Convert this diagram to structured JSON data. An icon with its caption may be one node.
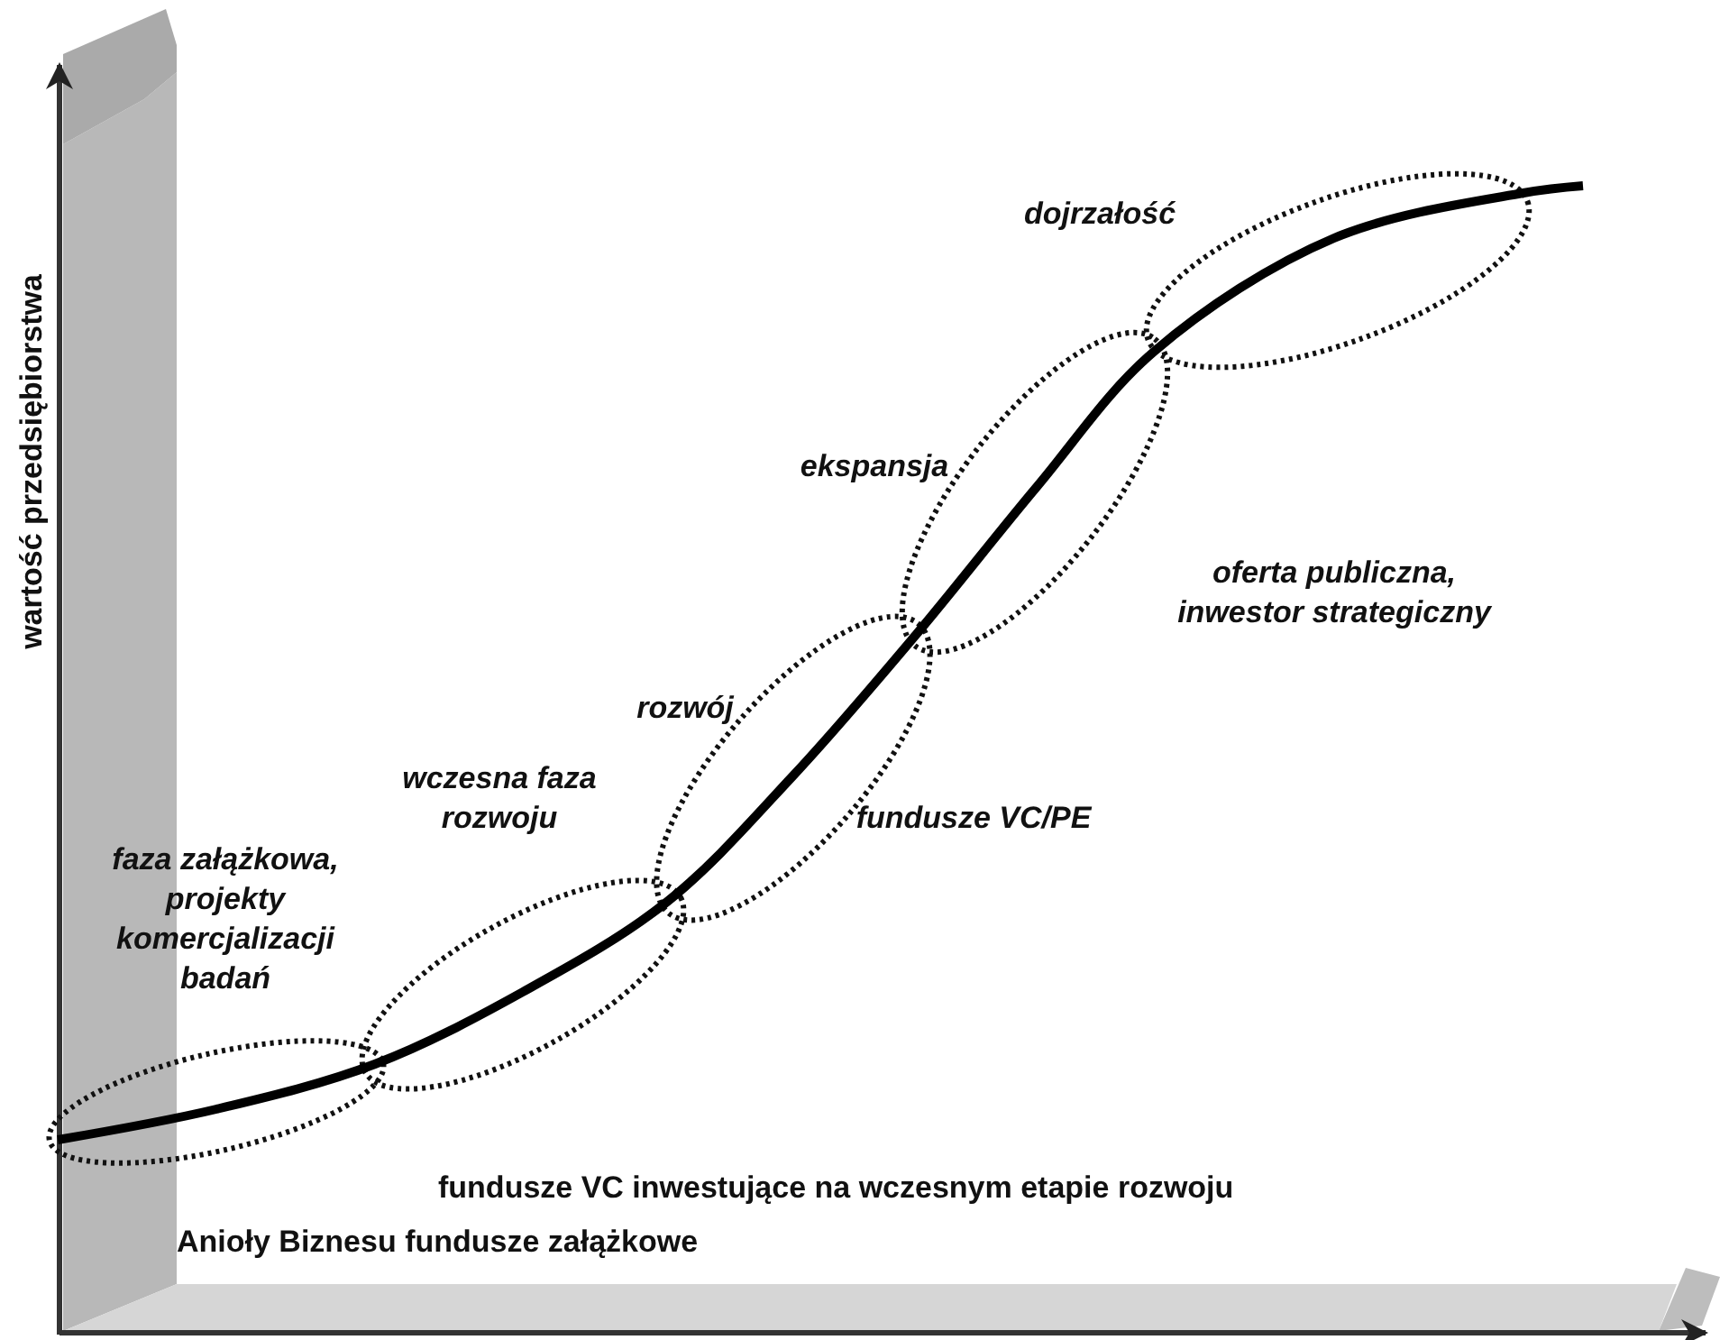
{
  "diagram": {
    "nodes": [
      {
        "text": [],
        "shape": "ellipse"
      },
      {
        "text": [],
        "shape": "ellipse"
      },
      {
        "text": [],
        "shape": "ellipse",
        "beside": [
          "rozwój"
        ]
      },
      {
        "text": [],
        "shape": "ellipse",
        "beside": [
          "ekspansja"
        ]
      },
      {
        "text": [],
        "shape": "ellipse",
        "beside": [
          "dojrzałość"
        ]
      }
    ],
    "labels": [
      "wartość przedsiębiorstwa",
      "faza załążkowa, projekty komercjalizacji badań",
      "wczesna faza rozwoju",
      "oferta publiczna, inwestor strategiczny",
      "fundusze VC/PE",
      "fundusze VC inwestujące na wczesnym etapie rozwoju",
      "Anioły Biznesu fundusze załążkowe"
    ]
  }
}
